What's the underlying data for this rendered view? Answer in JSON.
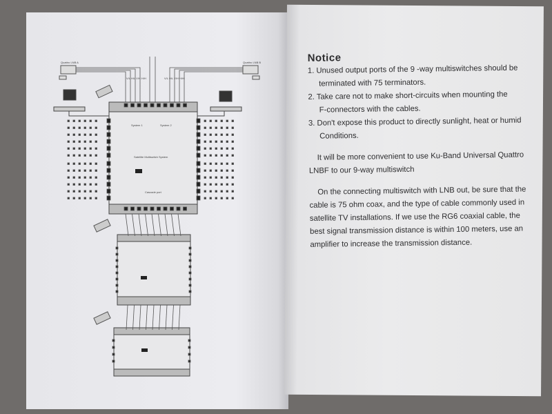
{
  "right_page": {
    "title": "Notice",
    "items": [
      {
        "line1": "1. Unused output ports of the 9 -way multiswitches should be",
        "line2": "terminated with 75 terminators."
      },
      {
        "line1": "2. Take care not to make short-circuits when mounting the",
        "line2": "F-connectors with the cables."
      },
      {
        "line1": "3. Don't expose this product to directly sunlight, heat or humid",
        "line2": "Conditions."
      }
    ],
    "paragraph1": [
      "It will be more convenient to use Ku-Band Universal Quattro",
      "LNBF to our 9-way multiswitch"
    ],
    "paragraph2": [
      "On the  connecting multiswitch with LNB out, be sure that the",
      "cable is 75 ohm coax, and the type of cable commonly used in",
      "satellite TV installations. If we use the RG6 coaxial cable, the",
      "best signal transmission distance is within 100 meters, use an",
      "amplifier to increase the  transmission distance."
    ]
  },
  "left_page": {
    "diagram": {
      "lnb_a_label": "Quattro LNB A",
      "lnb_b_label": "Quattro LNB B",
      "polarity_a": "V/L H/L V/H H/H",
      "polarity_b": "V/L H/L V/H H/H",
      "device_title": "Satellite Multiswitch System",
      "cascade_label": "Cascade port",
      "system1": "System 1",
      "system2": "System 2"
    }
  }
}
